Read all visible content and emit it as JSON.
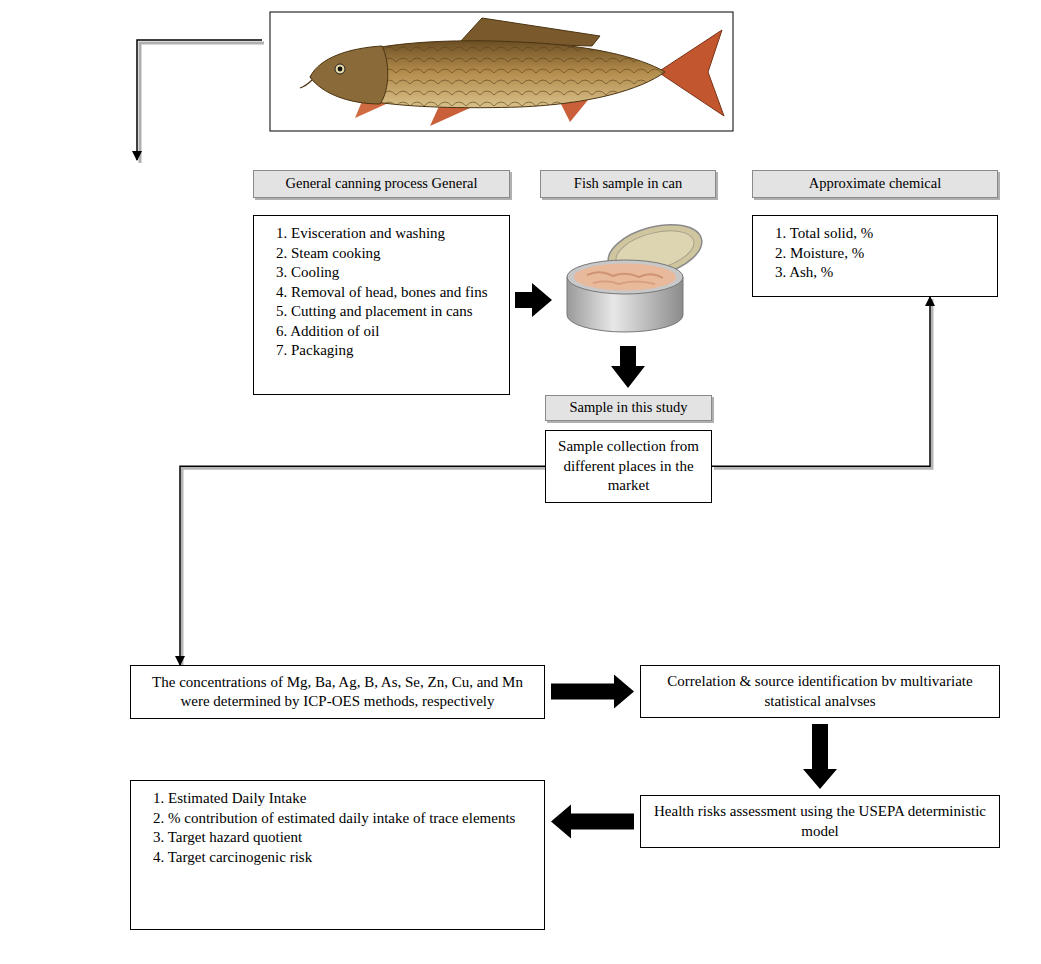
{
  "diagram": {
    "nodes": [
      {
        "text": [
          "General canning process General"
        ]
      },
      {
        "text": [
          "1. Evisceration and washing",
          "2. Steam cooking",
          "3. Cooling",
          "4. Removal of head, bones and fins",
          "5. Cutting and placement in cans",
          "6. Addition of oil",
          "7. Packaging"
        ]
      },
      {
        "text": [
          "Fish sample in can"
        ]
      },
      {
        "text": [
          "Approximate chemical"
        ]
      },
      {
        "text": [
          "1. Total solid, %",
          "2. Moisture, %",
          "3. Ash, %"
        ]
      },
      {
        "text": [
          "Sample in this study"
        ]
      },
      {
        "text": [
          "Sample collection from different places in the market"
        ]
      },
      {
        "text": [
          "The concentrations of Mg, Ba, Ag, B, As, Se, Zn, Cu, and Mn were determined by ICP-OES methods, respectively"
        ]
      },
      {
        "text": [
          "Correlation & source identification bv multivariate statistical analvses"
        ]
      },
      {
        "text": [
          "Health risks assessment using the USEPA deterministic model"
        ]
      },
      {
        "text": [
          "1. Estimated Daily Intake",
          "2. % contribution of estimated daily intake of trace elements",
          "3. Target hazard quotient",
          "4. Target carcinogenic risk"
        ]
      }
    ],
    "edges": [
      {
        "from": 6,
        "to": 4,
        "arrow": "to"
      },
      {
        "from": 6,
        "to": 7,
        "arrow": "to"
      },
      {
        "from": 7,
        "to": 8,
        "arrow": "to"
      },
      {
        "from": 8,
        "to": 9,
        "arrow": "to"
      },
      {
        "from": 9,
        "to": 10,
        "arrow": "to"
      }
    ]
  }
}
